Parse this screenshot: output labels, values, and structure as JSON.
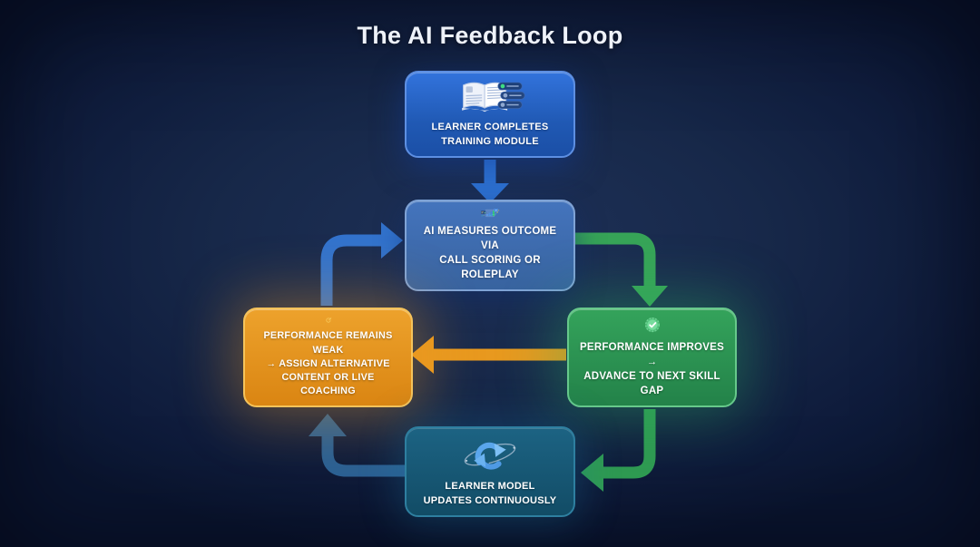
{
  "title": "The AI Feedback Loop",
  "nodes": {
    "train": {
      "label": "LEARNER COMPLETES\nTRAINING MODULE",
      "icon": "open-book-checklist-icon"
    },
    "measure": {
      "label": "AI MEASURES OUTCOME VIA\nCALL SCORING OR ROLEPLAY",
      "icon": "ai-bar-chart-icon",
      "badge": "AI"
    },
    "improve": {
      "label": "PERFORMANCE IMPROVES →\nADVANCE TO NEXT SKILL GAP",
      "icon": "verified-badge-check-icon"
    },
    "remediate": {
      "label": "PERFORMANCE REMAINS WEAK\n→ ASSIGN ALTERNATIVE\nCONTENT OR LIVE COACHING",
      "icon": "redo-circular-arrow-icon"
    },
    "update": {
      "label": "LEARNER MODEL\nUPDATES CONTINUOUSLY",
      "icon": "sync-orbit-icon"
    }
  },
  "edges": [
    {
      "from": "train",
      "to": "measure",
      "color": "#2e72d2"
    },
    {
      "from": "measure",
      "to": "improve",
      "color": "#37a458"
    },
    {
      "from": "improve",
      "to": "remediate",
      "color": "#e8991f"
    },
    {
      "from": "remediate",
      "to": "measure",
      "color": "#3273cd"
    },
    {
      "from": "improve",
      "to": "update",
      "color": "#2f9a52"
    },
    {
      "from": "update",
      "to": "remediate",
      "color": "#2b6093"
    }
  ],
  "colors": {
    "background": "#0f1c3c",
    "title_text": "#eef2f9",
    "box_blue": "#2a64c4",
    "box_slate_blue": "#3d6cae",
    "box_green": "#2b9452",
    "box_orange": "#e3941f",
    "box_teal": "#165874",
    "label_text": "#ffffff"
  }
}
